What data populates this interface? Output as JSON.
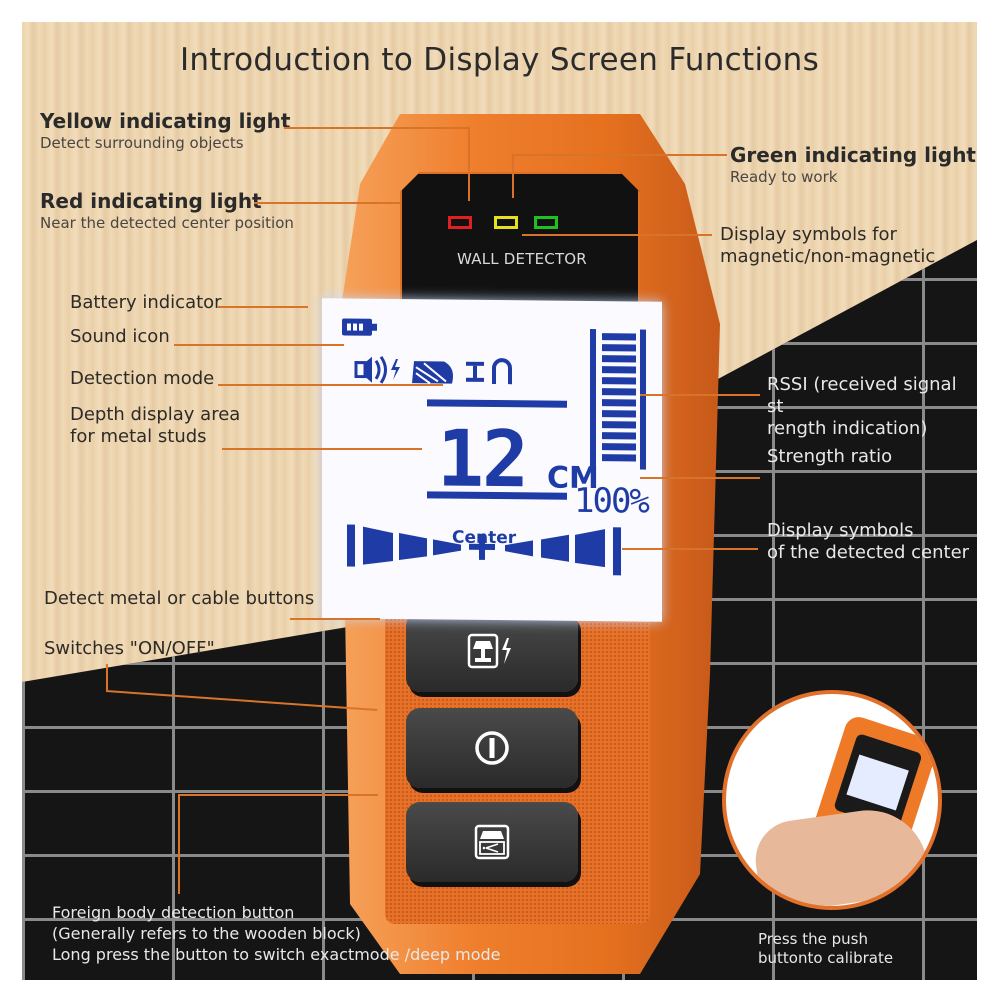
{
  "title": "Introduction to Display Screen Functions",
  "colors": {
    "accent_orange": "#e0702a",
    "lcd_blue": "#1f3ca6",
    "led_red": "#e02020",
    "led_yellow": "#e6e020",
    "led_green": "#20c020",
    "wood": "#ecd5b0",
    "brick": "#151515"
  },
  "device": {
    "brand_label": "WALL DETECTOR",
    "leds": [
      "red",
      "yellow",
      "green"
    ],
    "lcd": {
      "depth_value": "12",
      "depth_unit": "CM",
      "strength_ratio": "100%",
      "center_label": "Center",
      "rssi_segments": 12,
      "icons": [
        "battery-icon",
        "sound-icon",
        "lightning-icon",
        "wood-grain-icon",
        "metal-stud-icon",
        "magnet-icon"
      ]
    },
    "buttons": [
      {
        "name": "metal-cable-button",
        "icon": "metal-lightning-icon"
      },
      {
        "name": "power-button",
        "icon": "power-icon"
      },
      {
        "name": "wood-detect-button",
        "icon": "wood-detect-icon"
      }
    ]
  },
  "labels": {
    "yellow_light": {
      "title": "Yellow indicating light",
      "desc": "Detect surrounding objects"
    },
    "red_light": {
      "title": "Red indicating light",
      "desc": "Near the detected center position"
    },
    "green_light": {
      "title": "Green indicating light",
      "desc": "Ready to work"
    },
    "magnetic": {
      "line1": "Display symbols for",
      "line2": "magnetic/non-magnetic"
    },
    "battery": "Battery indicator",
    "sound": "Sound icon",
    "detection_mode": "Detection mode",
    "depth": {
      "line1": "Depth display area",
      "line2": "for metal studs"
    },
    "rssi": {
      "line1": "RSSI (received signal st",
      "line2": "rength indication)"
    },
    "strength": "Strength ratio",
    "center_symbols": {
      "line1": "Display symbols",
      "line2": "of the detected center"
    },
    "metal_cable": "Detect metal or cable buttons",
    "on_off": "Switches \"ON/OFF\"",
    "foreign_body": {
      "line1": "Foreign body detection button",
      "line2": "(Generally refers to the wooden block)",
      "line3": "Long press the button to switch exactmode /deep mode"
    },
    "calibrate": {
      "line1": "Press the push",
      "line2": "buttonto calibrate"
    }
  }
}
